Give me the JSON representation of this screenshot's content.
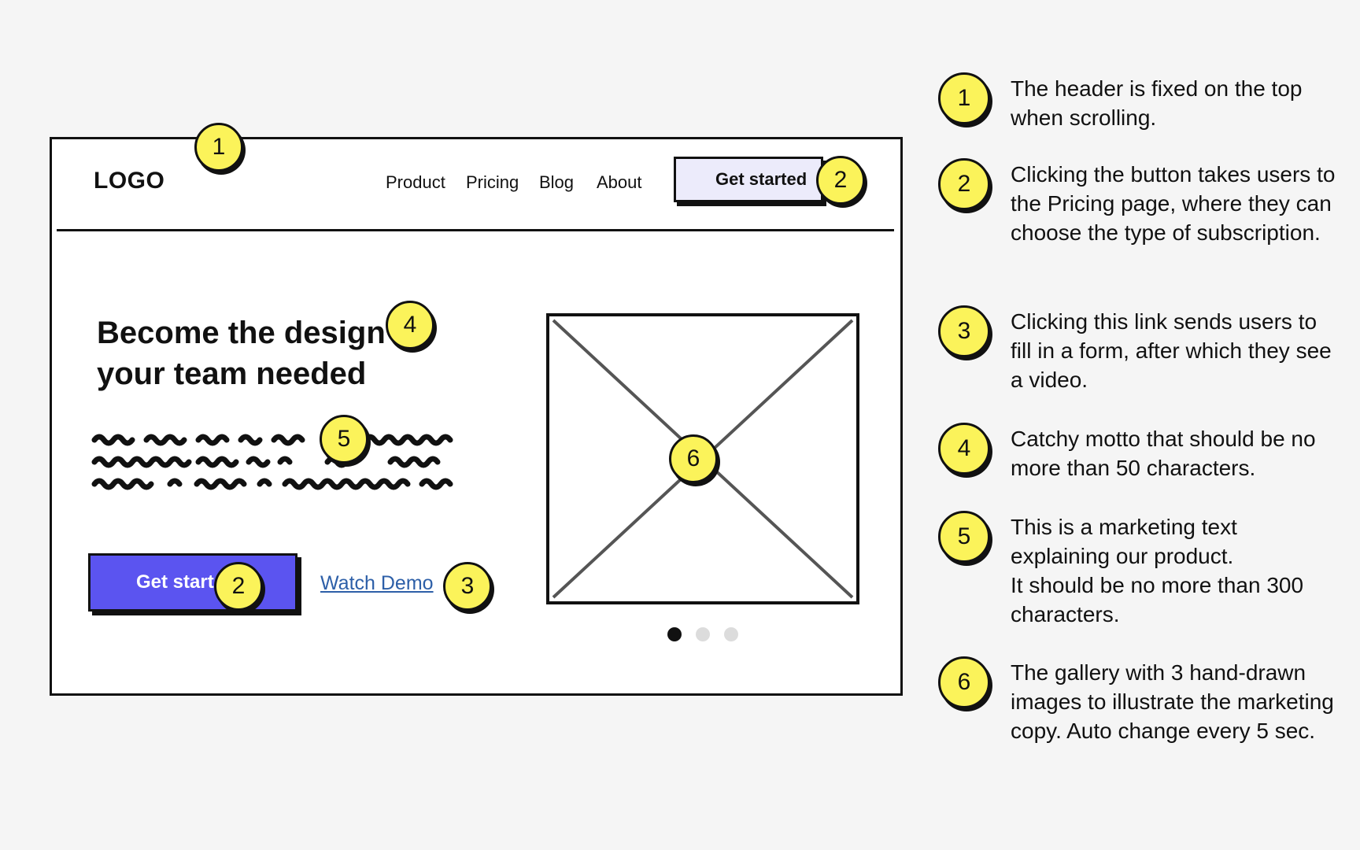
{
  "wireframe": {
    "logo": "LOGO",
    "nav": [
      "Product",
      "Pricing",
      "Blog",
      "About"
    ],
    "header_cta": "Get started",
    "headline": "Become the design your team needed",
    "hero_cta": "Get started",
    "watch_demo": "Watch Demo",
    "gallery_slides": 3,
    "gallery_active_slide": 1
  },
  "badges": {
    "header": "1",
    "header_cta": "2",
    "hero_cta": "2",
    "watch_demo": "3",
    "headline": "4",
    "marketing_text": "5",
    "gallery": "6"
  },
  "annotations": [
    {
      "number": "1",
      "text": "The header is fixed on the top when scrolling."
    },
    {
      "number": "2",
      "text": "Clicking the button takes users to the Pricing page, where they can choose the type of subscription."
    },
    {
      "number": "3",
      "text": "Clicking this link sends users to fill in a form, after which they see a video."
    },
    {
      "number": "4",
      "text": "Catchy motto that should be no more than 50 characters."
    },
    {
      "number": "5",
      "text": "This is a marketing text explaining our product.\nIt should be no more than 300 characters."
    },
    {
      "number": "6",
      "text": "The gallery with 3 hand-drawn images to illustrate the marketing copy. Auto change every 5 sec."
    }
  ],
  "colors": {
    "badge": "#fbf35a",
    "primary_button": "#5b54f0",
    "header_button": "#ecebfb",
    "link": "#2d5fa8",
    "background": "#f5f5f5"
  }
}
